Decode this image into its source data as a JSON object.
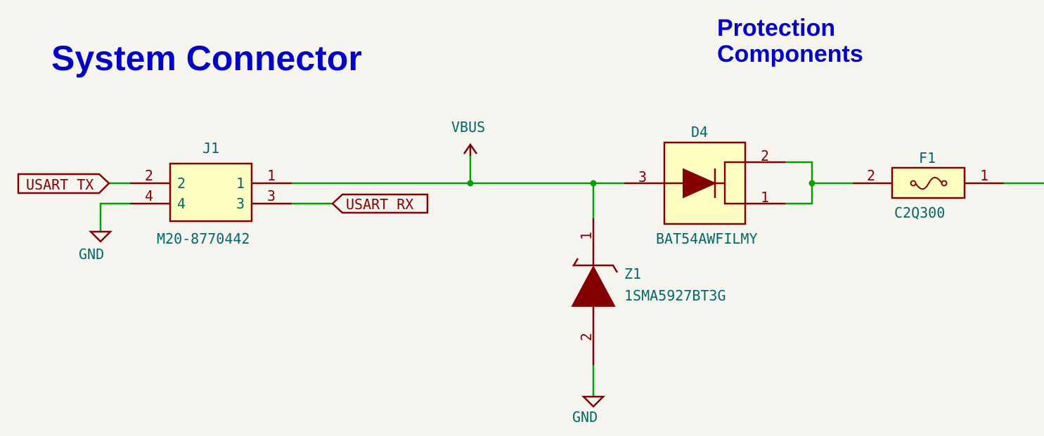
{
  "titles": {
    "system_connector": "System Connector",
    "protection_line1": "Protection",
    "protection_line2": "Components"
  },
  "labels": {
    "usart_tx": "USART_TX",
    "usart_rx": "USART_RX",
    "vbus": "VBUS",
    "gnd_j1": "GND",
    "gnd_z1": "GND"
  },
  "components": {
    "j1": {
      "ref": "J1",
      "value": "M20-8770442",
      "pins": [
        "2",
        "4",
        "1",
        "3"
      ],
      "pin_names": [
        "2",
        "4",
        "1",
        "3"
      ]
    },
    "d4": {
      "ref": "D4",
      "value": "BAT54AWFILMY",
      "pins": [
        "3",
        "2",
        "1"
      ]
    },
    "f1": {
      "ref": "F1",
      "value": "C2Q300",
      "pins": [
        "2",
        "1"
      ]
    },
    "z1": {
      "ref": "Z1",
      "value": "1SMA5927BT3G",
      "pins": [
        "1",
        "2"
      ]
    }
  },
  "colors": {
    "background": "#f5f4ef",
    "wire": "#00a000",
    "symbol": "#840000",
    "symbol_fill": "#ffffc2",
    "net_text": "#006868",
    "title_text": "#0000c8"
  }
}
